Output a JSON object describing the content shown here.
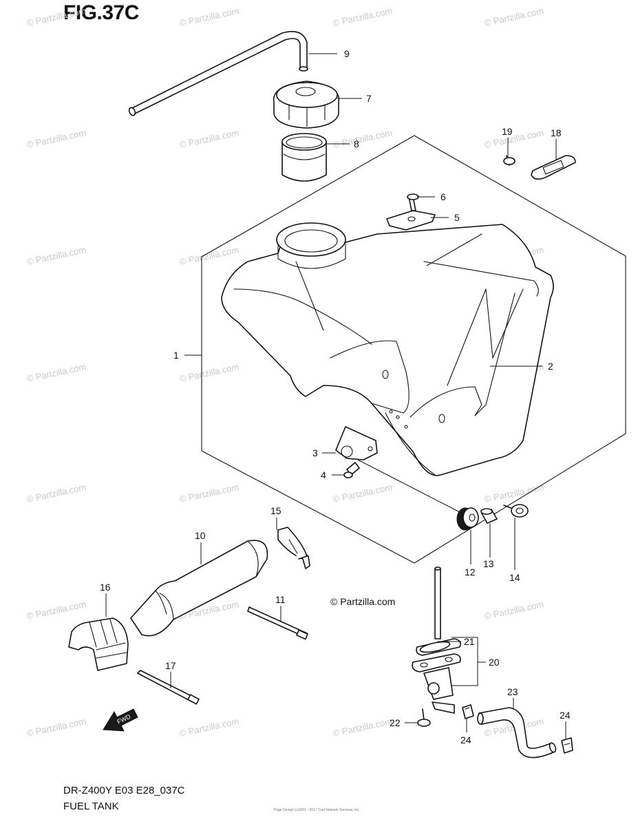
{
  "figure": {
    "title": "FIG.37C",
    "model_code": "DR-Z400Y E03 E28_037C",
    "name": "FUEL TANK",
    "brand_mark": "© Partzilla.com",
    "watermark": "© Partzilla.com",
    "credit": "Page Design (c)2001 - 2017 Trad Network Services, Inc."
  },
  "callouts": [
    "9",
    "7",
    "8",
    "19",
    "18",
    "6",
    "5",
    "1",
    "2",
    "3",
    "4",
    "15",
    "10",
    "12",
    "13",
    "14",
    "16",
    "11",
    "21",
    "20",
    "17",
    "23",
    "22",
    "24",
    "24"
  ]
}
